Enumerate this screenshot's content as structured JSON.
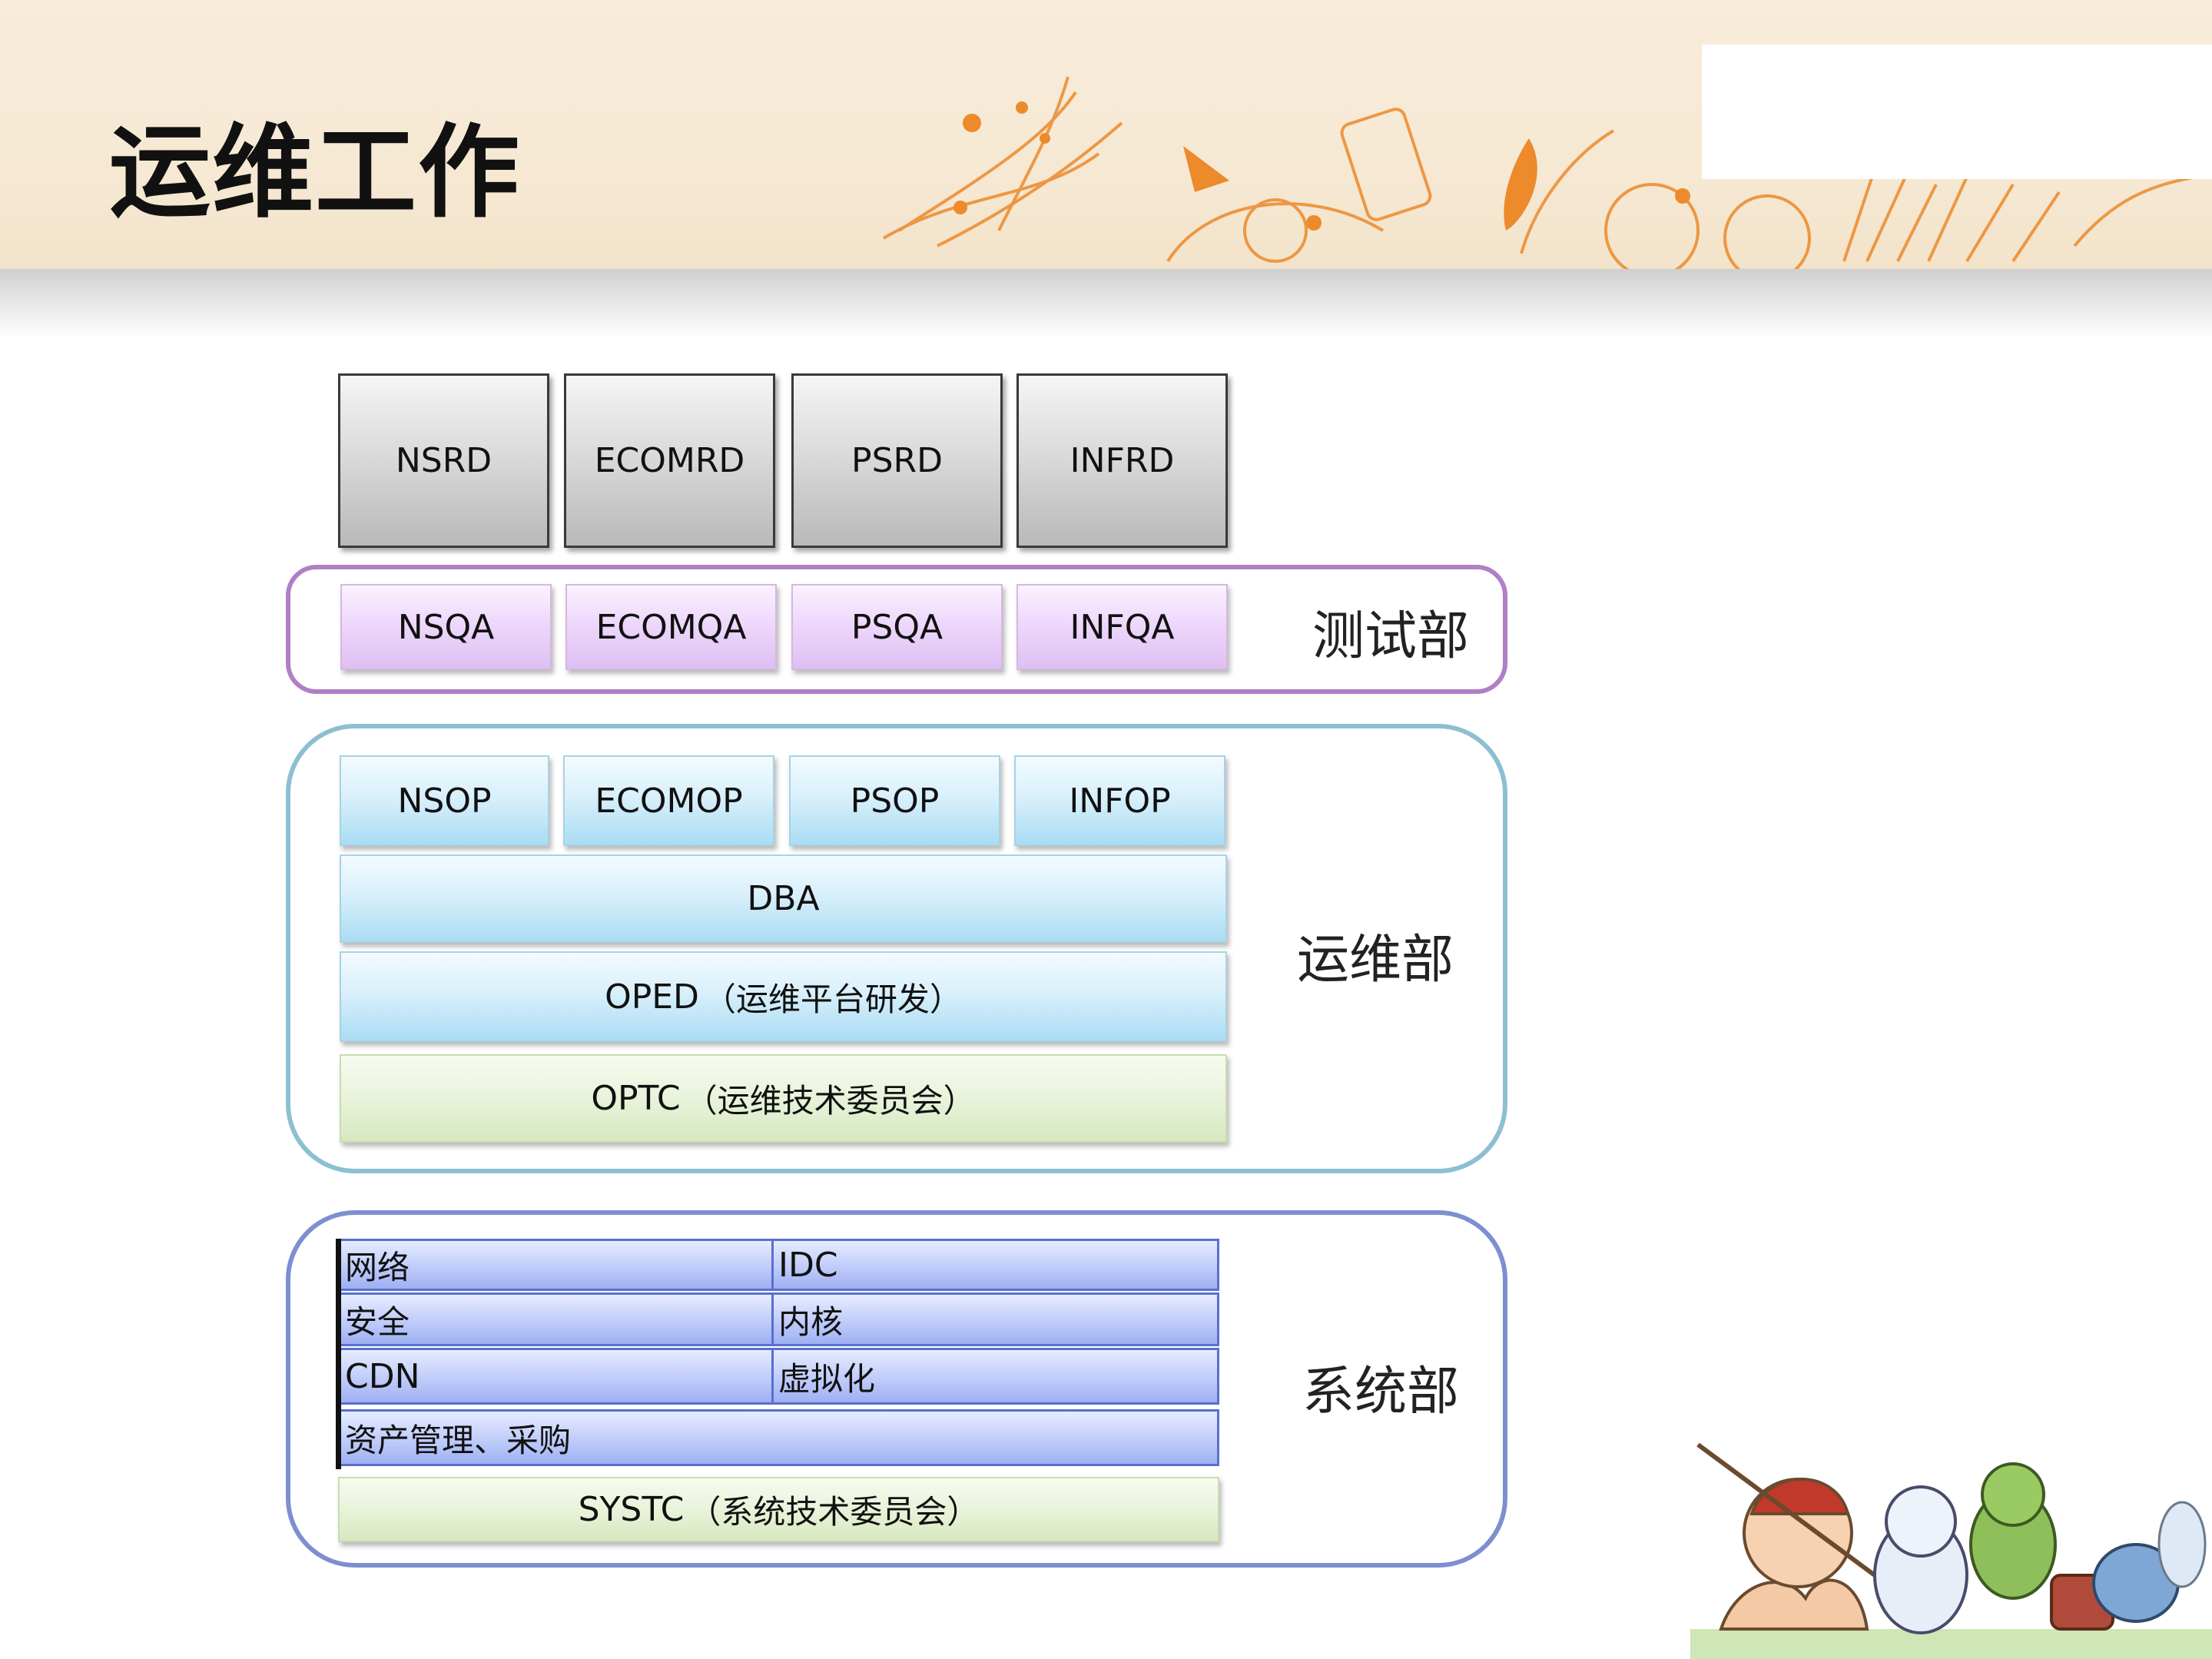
{
  "slide": {
    "title": "运维工作"
  },
  "groups": {
    "qa": {
      "label": "测试部"
    },
    "op": {
      "label": "运维部"
    },
    "sys": {
      "label": "系统部"
    }
  },
  "rd_boxes": [
    "NSRD",
    "ECOMRD",
    "PSRD",
    "INFRD"
  ],
  "qa_boxes": [
    "NSQA",
    "ECOMQA",
    "PSQA",
    "INFQA"
  ],
  "op_boxes": [
    "NSOP",
    "ECOMOP",
    "PSOP",
    "INFOP"
  ],
  "dba": {
    "label": "DBA"
  },
  "oped": {
    "code": "OPED",
    "desc": "（运维平台研发）"
  },
  "optc": {
    "code": "OPTC",
    "desc": "（运维技术委员会）"
  },
  "sys_rows": {
    "network": "网络",
    "idc": "IDC",
    "security": "安全",
    "kernel": "内核",
    "cdn": "CDN",
    "virtualization": "虚拟化",
    "asset": "资产管理、采购"
  },
  "systc": {
    "code": "SYSTC",
    "desc": "（系统技术委员会）"
  },
  "colors": {
    "rd": "#d0d0d0",
    "qa": "#eed8fb",
    "op": "#bfe6f7",
    "committee": "#e3efd2",
    "sys": "#b2c1f6",
    "accent_orange": "#ec8a2c"
  }
}
